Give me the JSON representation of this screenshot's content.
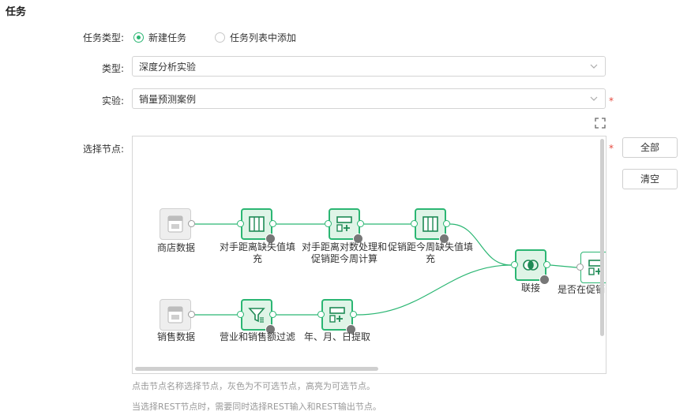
{
  "section_title": "任务",
  "task_type": {
    "label": "任务类型:",
    "options": [
      {
        "label": "新建任务",
        "checked": true
      },
      {
        "label": "任务列表中添加",
        "checked": false
      }
    ]
  },
  "type_field": {
    "label": "类型:",
    "value": "深度分析实验",
    "icon": "chevron-down-icon"
  },
  "experiment_field": {
    "label": "实验:",
    "value": "销量预测案例",
    "required_mark": "*",
    "icon": "chevron-down-icon"
  },
  "node_select": {
    "label": "选择节点:",
    "required_mark": "*",
    "nodes": [
      {
        "id": "n1",
        "label": "商店数据",
        "kind": "source",
        "icon": "sql-data-icon"
      },
      {
        "id": "n2",
        "label": "对手距离缺失值填充",
        "kind": "fill",
        "icon": "fill-missing-icon"
      },
      {
        "id": "n3",
        "label": "对手距离对数处理和促销距今周计算",
        "kind": "calc",
        "icon": "compute-column-icon"
      },
      {
        "id": "n4",
        "label": "促销距今周缺失值填充",
        "kind": "fill",
        "icon": "fill-missing-icon"
      },
      {
        "id": "n5",
        "label": "联接",
        "kind": "join",
        "icon": "join-icon"
      },
      {
        "id": "n6",
        "label": "是否在促销",
        "kind": "calc",
        "icon": "compute-column-icon"
      },
      {
        "id": "n7",
        "label": "销售数据",
        "kind": "source",
        "icon": "sql-data-icon"
      },
      {
        "id": "n8",
        "label": "营业和销售额过滤",
        "kind": "filter",
        "icon": "filter-icon"
      },
      {
        "id": "n9",
        "label": "年、月、日提取",
        "kind": "calc",
        "icon": "compute-column-icon"
      }
    ]
  },
  "buttons": {
    "select_all": "全部",
    "clear": "清空"
  },
  "hints": {
    "line1": "点击节点名称选择节点，灰色为不可选节点，高亮为可选节点。",
    "line2": "当选择REST节点时，需要同时选择REST输入和REST输出节点。"
  },
  "colors": {
    "accent": "#2bb673",
    "node_fill": "#dff4e7",
    "required": "#e5483d"
  }
}
